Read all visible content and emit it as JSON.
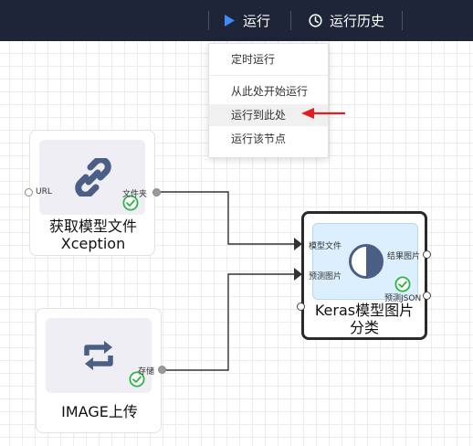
{
  "toolbar": {
    "run_label": "运行",
    "history_label": "运行历史"
  },
  "run_menu": {
    "items": [
      {
        "label": "定时运行"
      },
      {
        "label": "从此处开始运行"
      },
      {
        "label": "运行到此处"
      },
      {
        "label": "运行该节点"
      }
    ],
    "highlighted": "运行到此处"
  },
  "nodes": {
    "fetch_model": {
      "title_line1": "获取模型文件",
      "title_line2": "Xception",
      "input_port": "URL",
      "output_port": "文件夹",
      "icon": "link-icon",
      "status": "success"
    },
    "image_upload": {
      "title": "IMAGE上传",
      "output_port": "存储",
      "icon": "sync-arrows-icon",
      "status": "success"
    },
    "keras_classify": {
      "title_line1": "Keras模型图片",
      "title_line2": "分类",
      "input_ports": [
        "模型文件",
        "预测图片"
      ],
      "output_ports": [
        "结果图片",
        "预测JSON"
      ],
      "icon": "half-circle-icon",
      "status": "success"
    }
  },
  "colors": {
    "toolbar_bg": "#1f2538",
    "accent_blue": "#3d8df5",
    "success_green": "#2fb344",
    "pointer_red": "#e02020"
  }
}
